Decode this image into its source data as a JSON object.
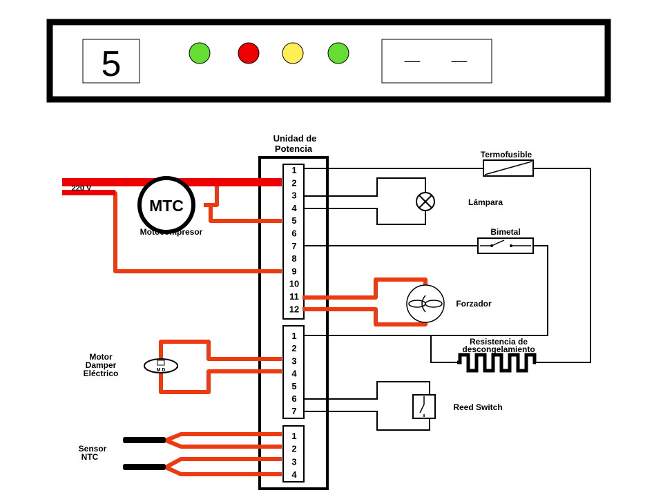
{
  "panel": {
    "display_digit": "5",
    "led_colors": [
      "#66dd33",
      "#ee0000",
      "#ffee55",
      "#66dd33"
    ],
    "dash_display": [
      "__",
      "__"
    ]
  },
  "power_unit": {
    "title_line1": "Unidad de",
    "title_line2": "Potencia",
    "block1_terminals": [
      "1",
      "2",
      "3",
      "4",
      "5",
      "6",
      "7",
      "8",
      "9",
      "10",
      "11",
      "12"
    ],
    "block2_terminals": [
      "1",
      "2",
      "3",
      "4",
      "5",
      "6",
      "7"
    ],
    "block3_terminals": [
      "1",
      "2",
      "3",
      "4"
    ]
  },
  "labels": {
    "voltage": "220 V",
    "mtc": "MTC",
    "motocompresor": "Motocompresor",
    "termofusible": "Termofusible",
    "lampara": "Lámpara",
    "bimetal": "Bimetal",
    "forzador": "Forzador",
    "resistencia_line1": "Resistencia de",
    "resistencia_line2": "descongelamiento",
    "reed_switch": "Reed Switch",
    "motor_damper_line1": "Motor",
    "motor_damper_line2": "Damper",
    "motor_damper_line3": "Eléctrico",
    "md": "M D",
    "sensor_line1": "Sensor",
    "sensor_line2": "NTC"
  },
  "colors": {
    "wire_red": "#ee3a10",
    "wire_black": "#000000"
  }
}
